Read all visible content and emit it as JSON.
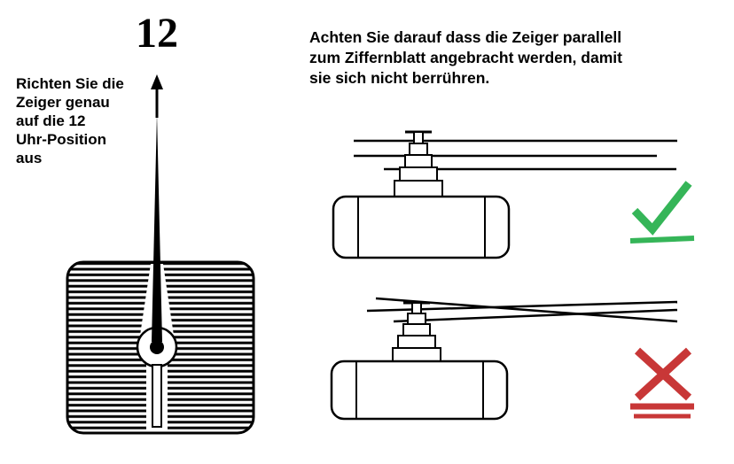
{
  "left": {
    "twelve_label": "12",
    "instruction_lines": [
      "Richten Sie die",
      "Zeiger genau",
      "auf die 12",
      "Uhr-Position",
      "aus"
    ]
  },
  "right": {
    "instruction_lines": [
      "Achten Sie darauf dass die Zeiger parallell",
      "zum Ziffernblatt angebracht werden, damit",
      "sie sich nicht berrühren."
    ]
  },
  "icons": {
    "correct": "check-icon",
    "incorrect": "x-icon"
  },
  "colors": {
    "green": "#35b558",
    "red": "#c83737",
    "line": "#000000"
  }
}
